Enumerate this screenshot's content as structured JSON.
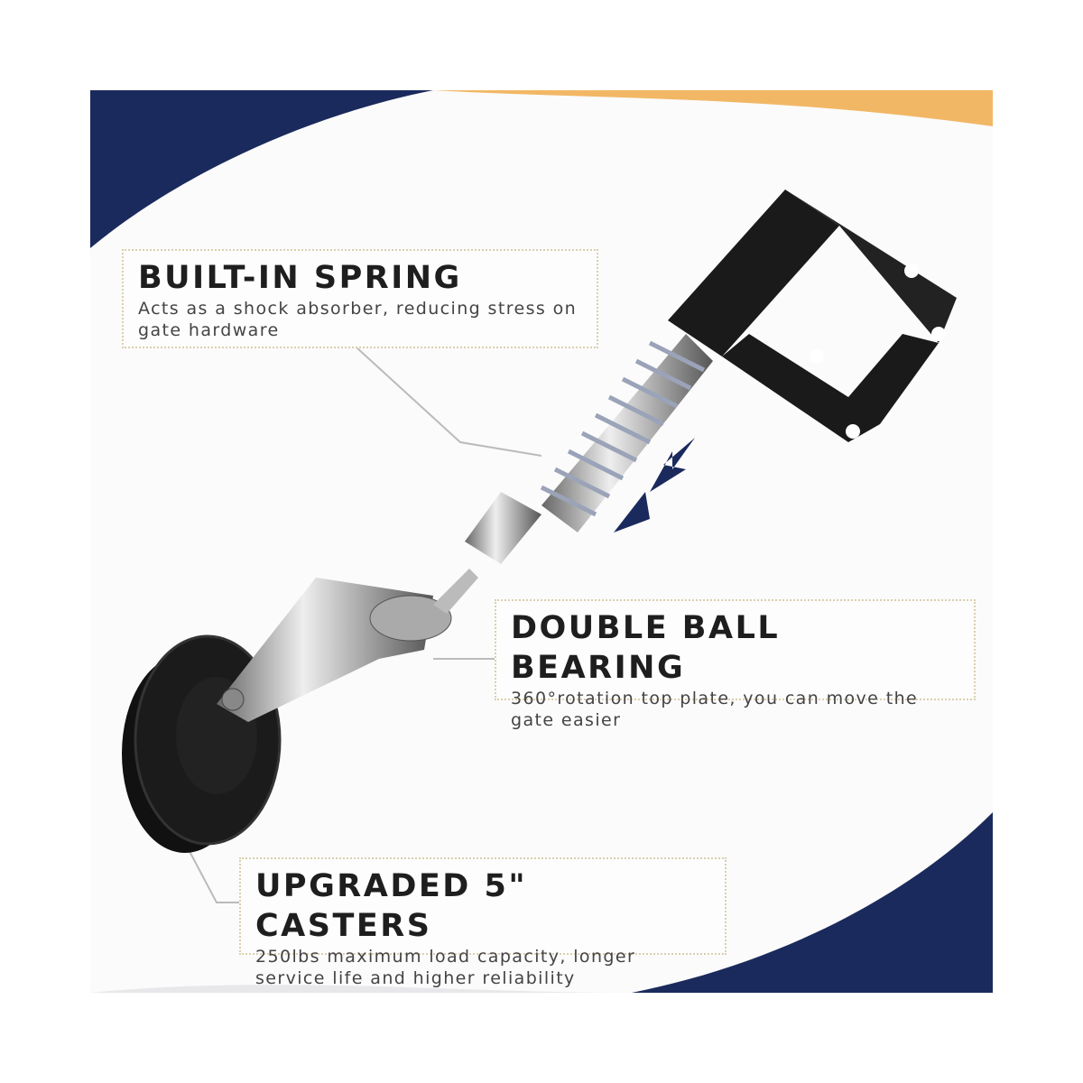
{
  "colors": {
    "navy": "#1b2a5c",
    "orange": "#f2b765",
    "gray": "#e8e8ea",
    "text": "#1e1e1e"
  },
  "features": [
    {
      "title": "BUILT-IN SPRING",
      "description": "Acts as a shock absorber, reducing stress on gate hardware"
    },
    {
      "title": "DOUBLE BALL BEARING",
      "description": "360°rotation top plate, you can move the gate easier"
    },
    {
      "title": "UPGRADED 5\" CASTERS",
      "description": "250lbs maximum load capacity, longer service life and higher reliability"
    }
  ]
}
